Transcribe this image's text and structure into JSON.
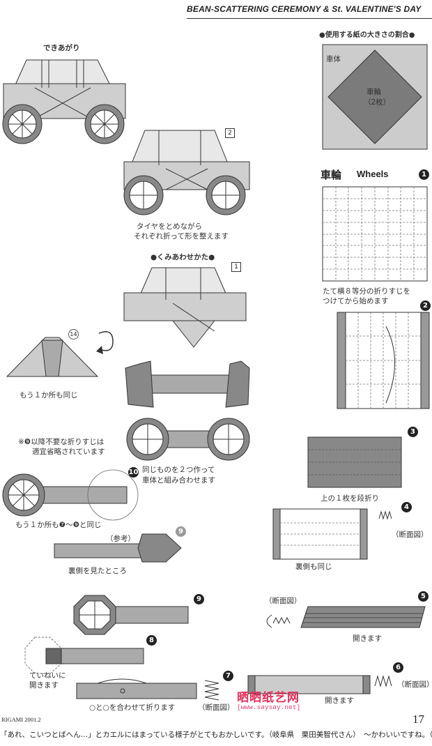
{
  "header": {
    "title": "BEAN-SCATTERING CEREMONY & St. VALENTINE'S DAY"
  },
  "finished": {
    "label": "できあがり"
  },
  "paper_ratio": {
    "title": "●使用する紙の大きさの割合●",
    "body_label": "車体",
    "wheel_label": "車輪",
    "wheel_count": "（2枚）"
  },
  "wheels": {
    "title_jp": "車輪",
    "title_en": "Wheels"
  },
  "steps": {
    "s1_badge": "1",
    "s1_text1": "たて横８等分の折りすじを",
    "s1_text2": "つけてから始めます",
    "s2_badge": "2",
    "s3_badge": "3",
    "s3_text": "上の１枚を段折り",
    "s4_badge": "4",
    "s4_section": "（断面図）",
    "s4_text": "裏側も同じ",
    "s5_badge": "5",
    "s5_section": "（断面図）",
    "s5_text": "開きます",
    "s6_badge": "6",
    "s6_section": "（断面図）",
    "s6_text": "開きます",
    "s7_badge": "7",
    "s7_text": "○と○を合わせて折ります",
    "s7_section": "（断面図）",
    "s8_badge": "8",
    "s8_text1": "ていねいに",
    "s8_text2": "開きます",
    "s9_badge": "9",
    "s9ref_badge": "9",
    "s9ref_tag": "（参考）",
    "s9ref_text": "裏側を見たところ",
    "s10_badge": "10",
    "s10_text1": "同じものを２つ作って",
    "s10_text2": "車体と組み合わせます",
    "s14_badge": "14",
    "s14_text": "もう１か所も同じ",
    "note_text1": "※❾以降不要な折りすじは",
    "note_text2": "適宜省略されています",
    "repeat_text": "もう１か所も❼～❾と同じ"
  },
  "assembly": {
    "title": "●くみあわせかた●",
    "a1_badge": "1",
    "a2_badge": "2",
    "a2_text1": "タイヤをとめながら",
    "a2_text2": "それぞれ折って形を整えます"
  },
  "footer": {
    "magazine": "RIGAMI  2001.2",
    "page_number": "17",
    "note": "「あれ、こいつとばへん…」とカエルにはまっている様子がとてもおかしいです。（岐阜県　栗田美智代さん）　～かわいいですね。（編"
  },
  "watermark": {
    "text": "晒晒纸艺网",
    "url": "[www.saysay.net]"
  }
}
